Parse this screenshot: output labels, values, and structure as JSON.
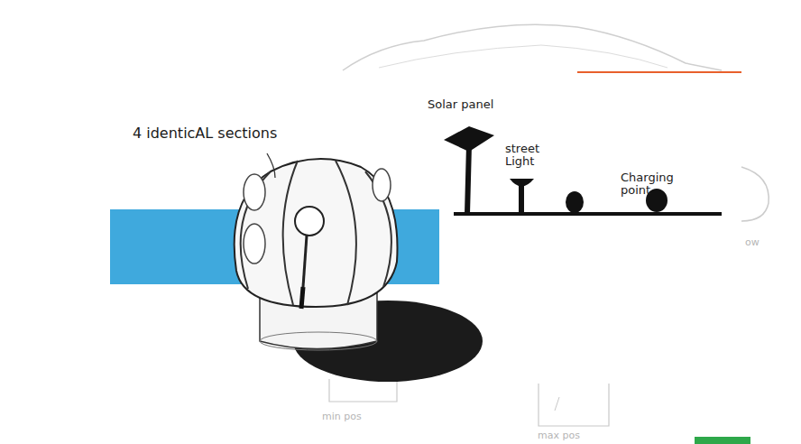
{
  "diagram": {
    "labels": [
      "4 identicAL sections",
      "Solar panel",
      "street Light",
      "Charging point",
      "ow",
      "min pos",
      "max pos"
    ]
  }
}
